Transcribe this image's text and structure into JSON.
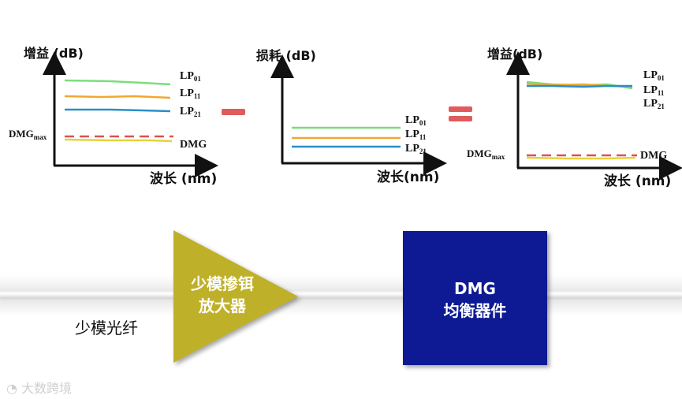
{
  "colors": {
    "lp01": "#7ddc7d",
    "lp11": "#f0a830",
    "lp21": "#2a8fc9",
    "dmg_dash": "#d9534f",
    "dmg_line": "#e8d23a",
    "operator": "#e05c5c",
    "amplifier": "#bfb02a",
    "equalizer": "#0d1a94"
  },
  "panel_gain": {
    "y_title": "增益 (dB)",
    "x_title": "波长 (nm)",
    "curves": [
      "LP",
      "LP",
      "LP"
    ],
    "curve_subs": [
      "01",
      "11",
      "21"
    ],
    "dmgmax_label": "DMG",
    "dmgmax_sub": "max",
    "dmg_label": "DMG"
  },
  "panel_loss": {
    "y_title": "损耗 (dB)",
    "x_title": "波长(nm)",
    "curves": [
      "LP",
      "LP",
      "LP"
    ],
    "curve_subs": [
      "01",
      "11",
      "21"
    ]
  },
  "panel_result": {
    "y_title": "增益(dB)",
    "x_title": "波长 (nm)",
    "curves": [
      "LP",
      "LP",
      "LP"
    ],
    "curve_subs": [
      "01",
      "11",
      "21"
    ],
    "dmgmax_label": "DMG",
    "dmgmax_sub": "max",
    "dmg_label": "DMG"
  },
  "amplifier_label": [
    "少模掺铒",
    "放大器"
  ],
  "equalizer_label": [
    "DMG",
    "均衡器件"
  ],
  "fiber_label": "少模光纤",
  "watermark": "大数跨境"
}
